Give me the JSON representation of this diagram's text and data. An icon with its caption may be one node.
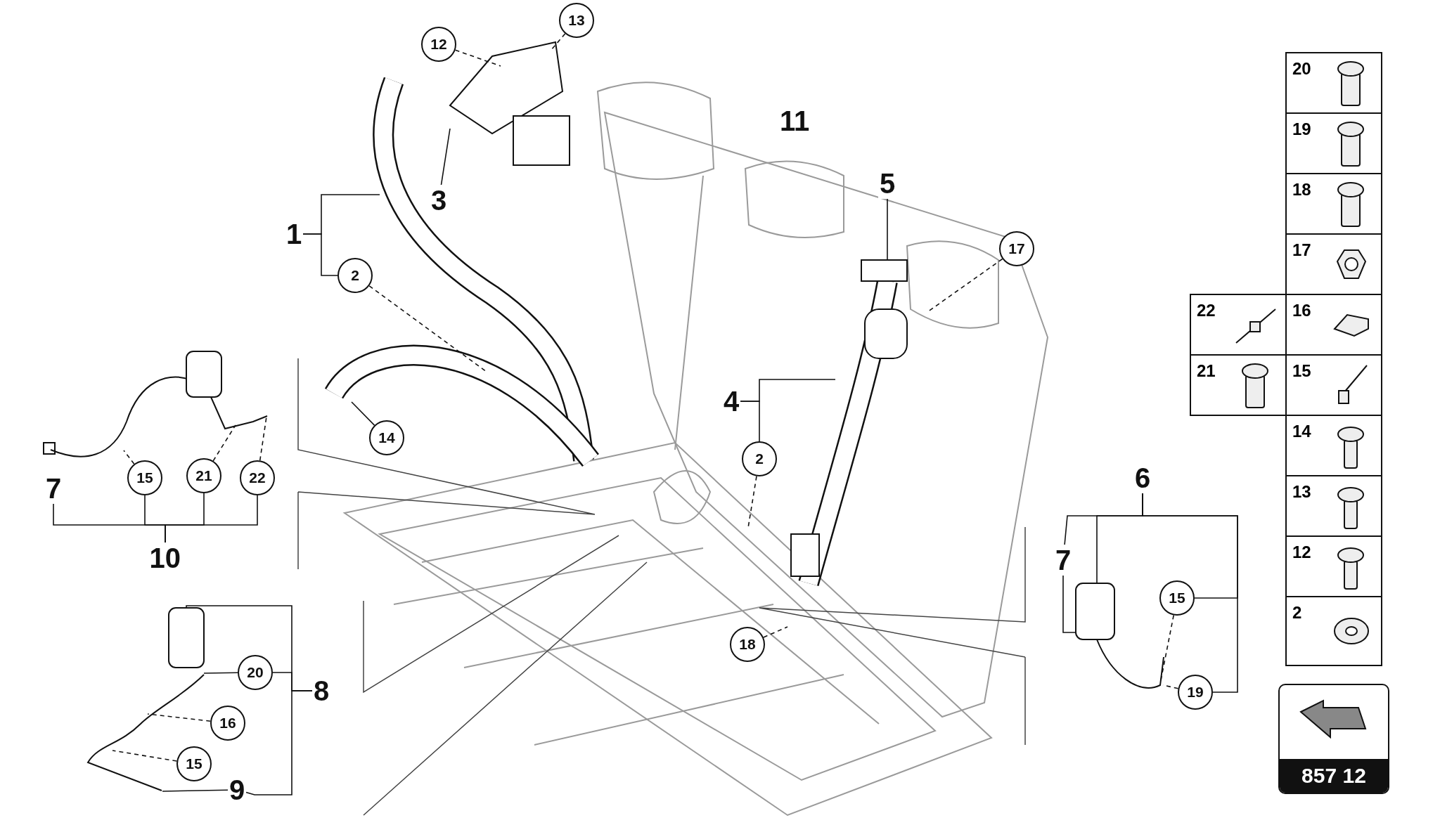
{
  "diagram": {
    "nodes": [
      {
        "text": [
          "13"
        ]
      },
      {
        "text": [
          "12"
        ]
      },
      {
        "text": [
          "3"
        ]
      },
      {
        "text": [
          "1"
        ]
      },
      {
        "text": [
          "2"
        ]
      },
      {
        "text": [
          "11"
        ]
      },
      {
        "text": [
          "5"
        ]
      },
      {
        "text": [
          "17"
        ]
      },
      {
        "text": [
          "4"
        ]
      },
      {
        "text": [
          "2"
        ]
      },
      {
        "text": [
          "14"
        ]
      },
      {
        "text": [
          "18"
        ]
      },
      {
        "text": [
          "7"
        ]
      },
      {
        "text": [
          "15"
        ]
      },
      {
        "text": [
          "21"
        ]
      },
      {
        "text": [
          "22"
        ]
      },
      {
        "text": [
          "10"
        ]
      },
      {
        "text": [
          "20"
        ]
      },
      {
        "text": [
          "16"
        ]
      },
      {
        "text": [
          "15"
        ]
      },
      {
        "text": [
          "8"
        ]
      },
      {
        "text": [
          "9"
        ]
      },
      {
        "text": [
          "6"
        ]
      },
      {
        "text": [
          "7"
        ]
      },
      {
        "text": [
          "15"
        ]
      },
      {
        "text": [
          "19"
        ]
      },
      {
        "text": [],
        "shape": "picture"
      },
      {
        "text": [],
        "shape": "picture"
      },
      {
        "text": [],
        "shape": "picture"
      }
    ],
    "edges": [
      {
        "from": 0,
        "to": null,
        "arrow": "none",
        "style": "dashed"
      },
      {
        "from": 1,
        "to": null,
        "arrow": "none",
        "style": "dashed"
      },
      {
        "from": 2,
        "to": null,
        "arrow": "none"
      },
      {
        "from": 3,
        "to": null,
        "arrow": "none"
      },
      {
        "from": 3,
        "to": 4,
        "arrow": "none"
      },
      {
        "from": 4,
        "to": null,
        "arrow": "none",
        "style": "dashed"
      },
      {
        "from": 6,
        "to": null,
        "arrow": "none"
      },
      {
        "from": 7,
        "to": null,
        "arrow": "none",
        "style": "dashed"
      },
      {
        "from": 8,
        "to": null,
        "arrow": "none"
      },
      {
        "from": 8,
        "to": 9,
        "arrow": "none"
      },
      {
        "from": 9,
        "to": null,
        "arrow": "none",
        "style": "dashed"
      },
      {
        "from": 10,
        "to": null,
        "arrow": "none"
      },
      {
        "from": 11,
        "to": null,
        "arrow": "none",
        "style": "dashed"
      },
      {
        "from": 16,
        "to": 12,
        "arrow": "none"
      },
      {
        "from": 16,
        "to": 13,
        "arrow": "none"
      },
      {
        "from": 16,
        "to": 14,
        "arrow": "none"
      },
      {
        "from": 16,
        "to": 15,
        "arrow": "none"
      },
      {
        "from": 13,
        "to": 26,
        "arrow": "none",
        "style": "dashed"
      },
      {
        "from": 14,
        "to": 26,
        "arrow": "none",
        "style": "dashed"
      },
      {
        "from": 15,
        "to": 26,
        "arrow": "none",
        "style": "dashed"
      },
      {
        "from": 20,
        "to": 27,
        "arrow": "none"
      },
      {
        "from": 20,
        "to": 17,
        "arrow": "none"
      },
      {
        "from": 20,
        "to": 21,
        "arrow": "none"
      },
      {
        "from": 17,
        "to": 27,
        "arrow": "none"
      },
      {
        "from": 18,
        "to": 27,
        "arrow": "none",
        "style": "dashed"
      },
      {
        "from": 19,
        "to": 27,
        "arrow": "none",
        "style": "dashed"
      },
      {
        "from": 21,
        "to": 27,
        "arrow": "none"
      },
      {
        "from": 22,
        "to": 23,
        "arrow": "none"
      },
      {
        "from": 22,
        "to": 28,
        "arrow": "none"
      },
      {
        "from": 22,
        "to": 24,
        "arrow": "none"
      },
      {
        "from": 22,
        "to": 25,
        "arrow": "none"
      },
      {
        "from": 23,
        "to": 28,
        "arrow": "none"
      },
      {
        "from": 24,
        "to": 28,
        "arrow": "none",
        "style": "dashed"
      },
      {
        "from": 25,
        "to": 28,
        "arrow": "none",
        "style": "dashed"
      }
    ],
    "labels": [
      "20",
      "19",
      "18",
      "17",
      "22",
      "16",
      "21",
      "15",
      "14",
      "13",
      "12",
      "2",
      "857 12"
    ]
  }
}
